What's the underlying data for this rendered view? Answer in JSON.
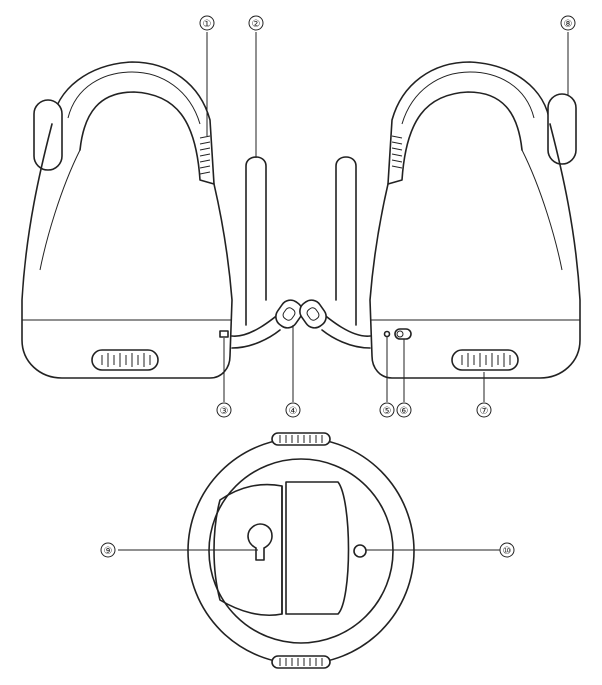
{
  "callouts": [
    {
      "id": 1,
      "label": "①"
    },
    {
      "id": 2,
      "label": "②"
    },
    {
      "id": 3,
      "label": "③"
    },
    {
      "id": 4,
      "label": "④"
    },
    {
      "id": 5,
      "label": "⑤"
    },
    {
      "id": 6,
      "label": "⑥"
    },
    {
      "id": 7,
      "label": "⑦"
    },
    {
      "id": 8,
      "label": "⑧"
    },
    {
      "id": 9,
      "label": "⑨"
    },
    {
      "id": 10,
      "label": "⑩"
    }
  ],
  "colors": {
    "stroke": "#222222",
    "background": "#ffffff"
  }
}
